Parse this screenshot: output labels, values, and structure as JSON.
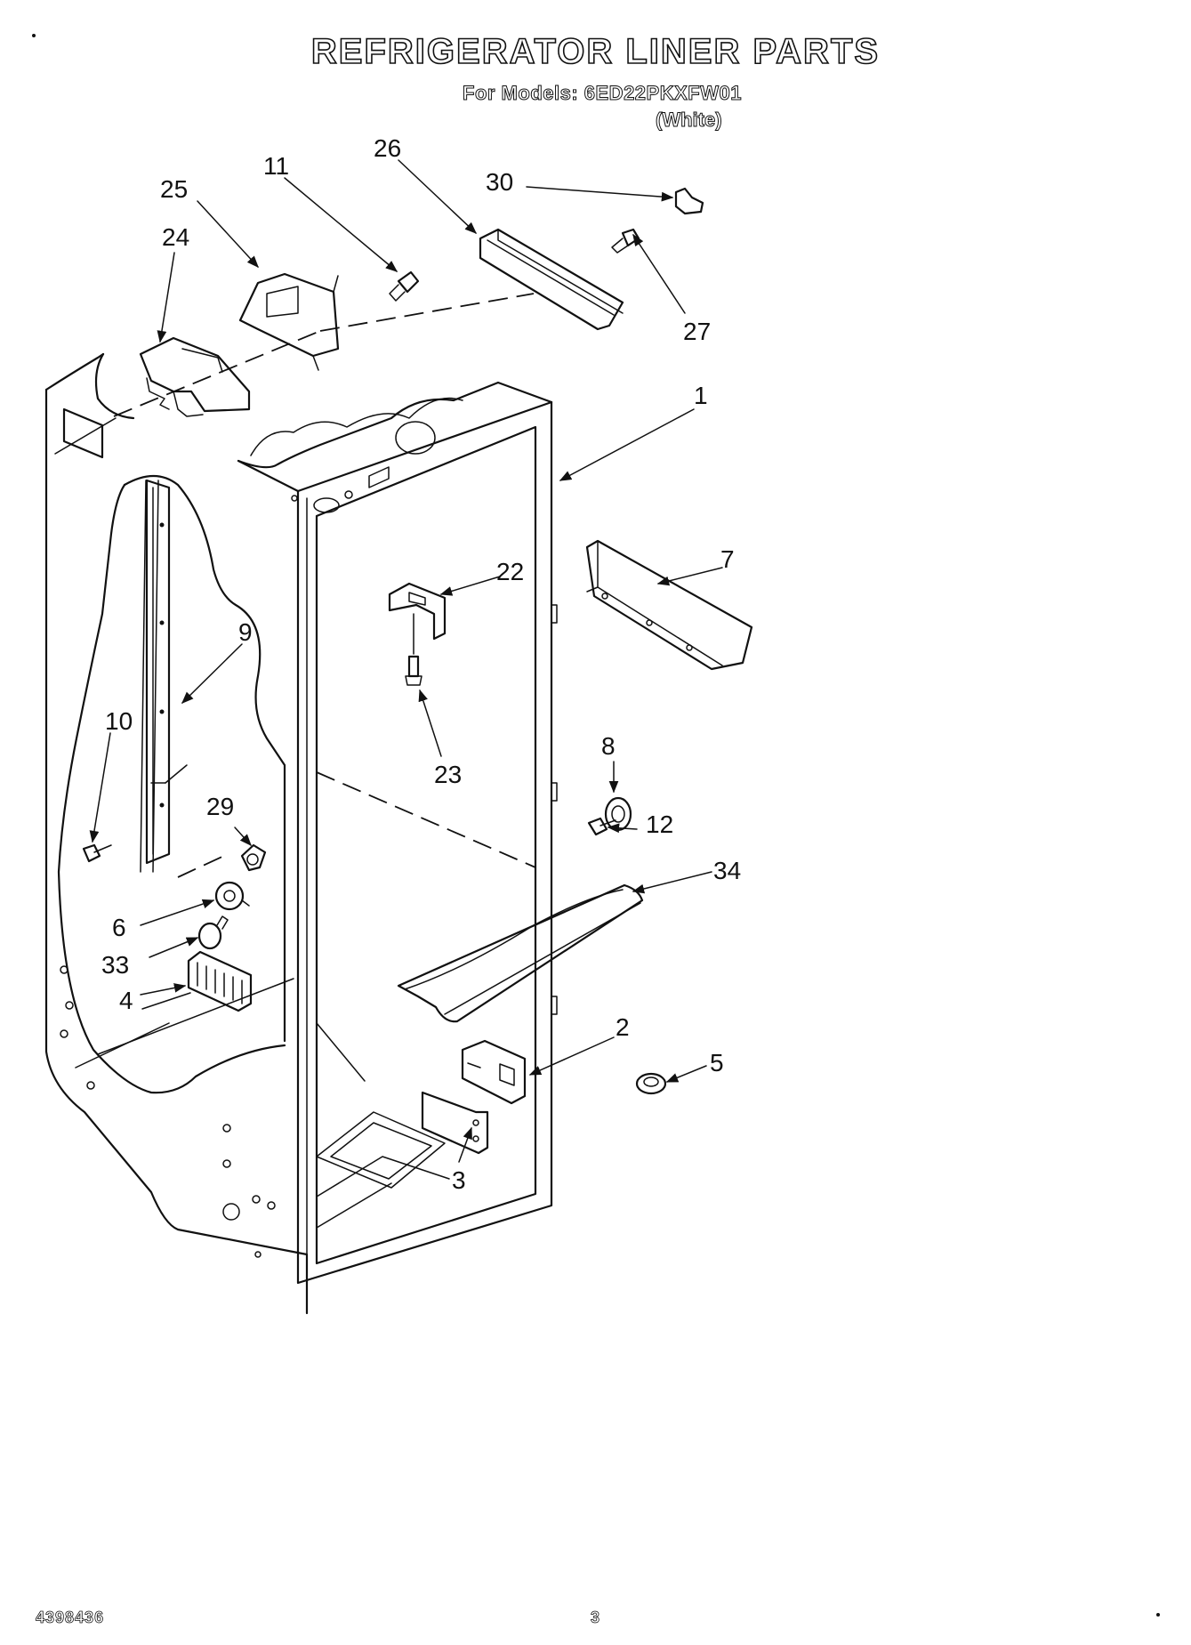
{
  "header": {
    "title": "REFRIGERATOR LINER PARTS",
    "models": "For Models: 6ED22PKXFW01",
    "color": "(White)"
  },
  "callouts": [
    "11",
    "26",
    "30",
    "25",
    "24",
    "27",
    "1",
    "22",
    "7",
    "9",
    "10",
    "23",
    "8",
    "29",
    "12",
    "34",
    "6",
    "33",
    "4",
    "2",
    "5",
    "3"
  ],
  "footer": {
    "doc_number": "4398436",
    "page_number": "3"
  }
}
